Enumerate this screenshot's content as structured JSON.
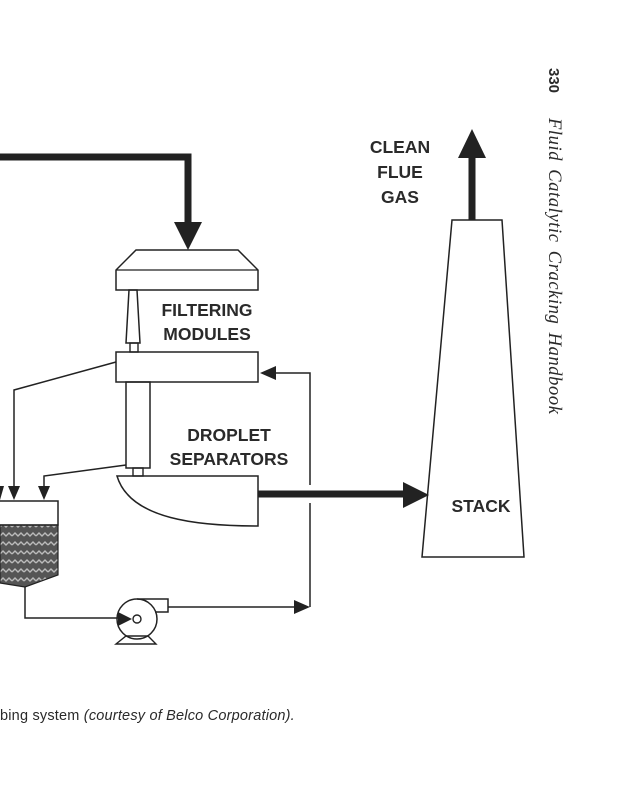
{
  "page": {
    "page_number": "330",
    "running_head": "Fluid Catalytic Cracking Handbook"
  },
  "diagram": {
    "labels": {
      "filtering_modules": [
        "FILTERING",
        "MODULES"
      ],
      "droplet_separators": [
        "DROPLET",
        "SEPARATORS"
      ],
      "clean_flue_gas": [
        "CLEAN",
        "FLUE",
        "GAS"
      ],
      "stack": "STACK"
    },
    "components": [
      "inlet-flue-gas-line",
      "filtering-module-hood",
      "filtering-modules",
      "upper-header",
      "droplet-separators",
      "separator-vessel",
      "stack",
      "settling-tank",
      "recirculation-pump",
      "recirculation-line"
    ]
  },
  "caption": {
    "prefix": "bing system ",
    "courtesy": "(courtesy of Belco Corporation)."
  }
}
